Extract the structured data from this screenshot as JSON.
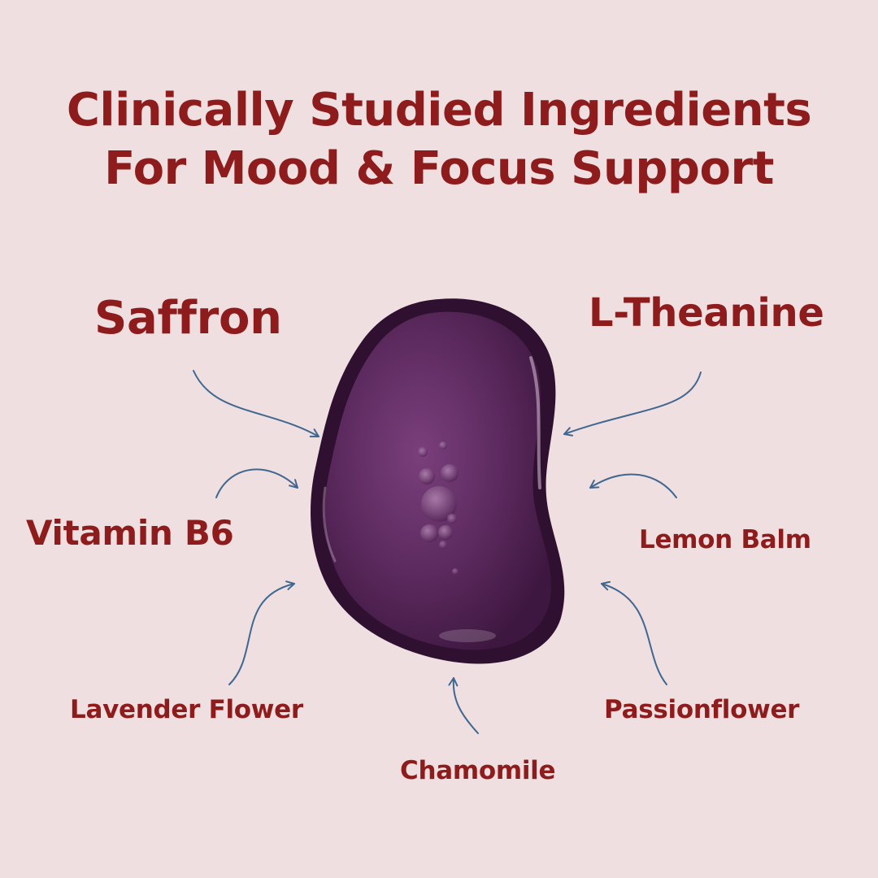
{
  "headline": {
    "line1": "Clinically Studied Ingredients",
    "line2": "For Mood & Focus Support"
  },
  "ingredients": {
    "saffron": "Saffron",
    "l_theanine": "L-Theanine",
    "vitamin_b6": "Vitamin B6",
    "lemon_balm": "Lemon Balm",
    "lavender_flower": "Lavender Flower",
    "passionflower": "Passionflower",
    "chamomile": "Chamomile"
  },
  "colors": {
    "background": "#efdfe0",
    "text": "#8f1c1c",
    "arrow": "#3f6790",
    "droplet": "#5a2a5a"
  },
  "icons": {
    "droplet": "liquid-droplet-icon",
    "arrow": "curved-arrow-icon"
  }
}
